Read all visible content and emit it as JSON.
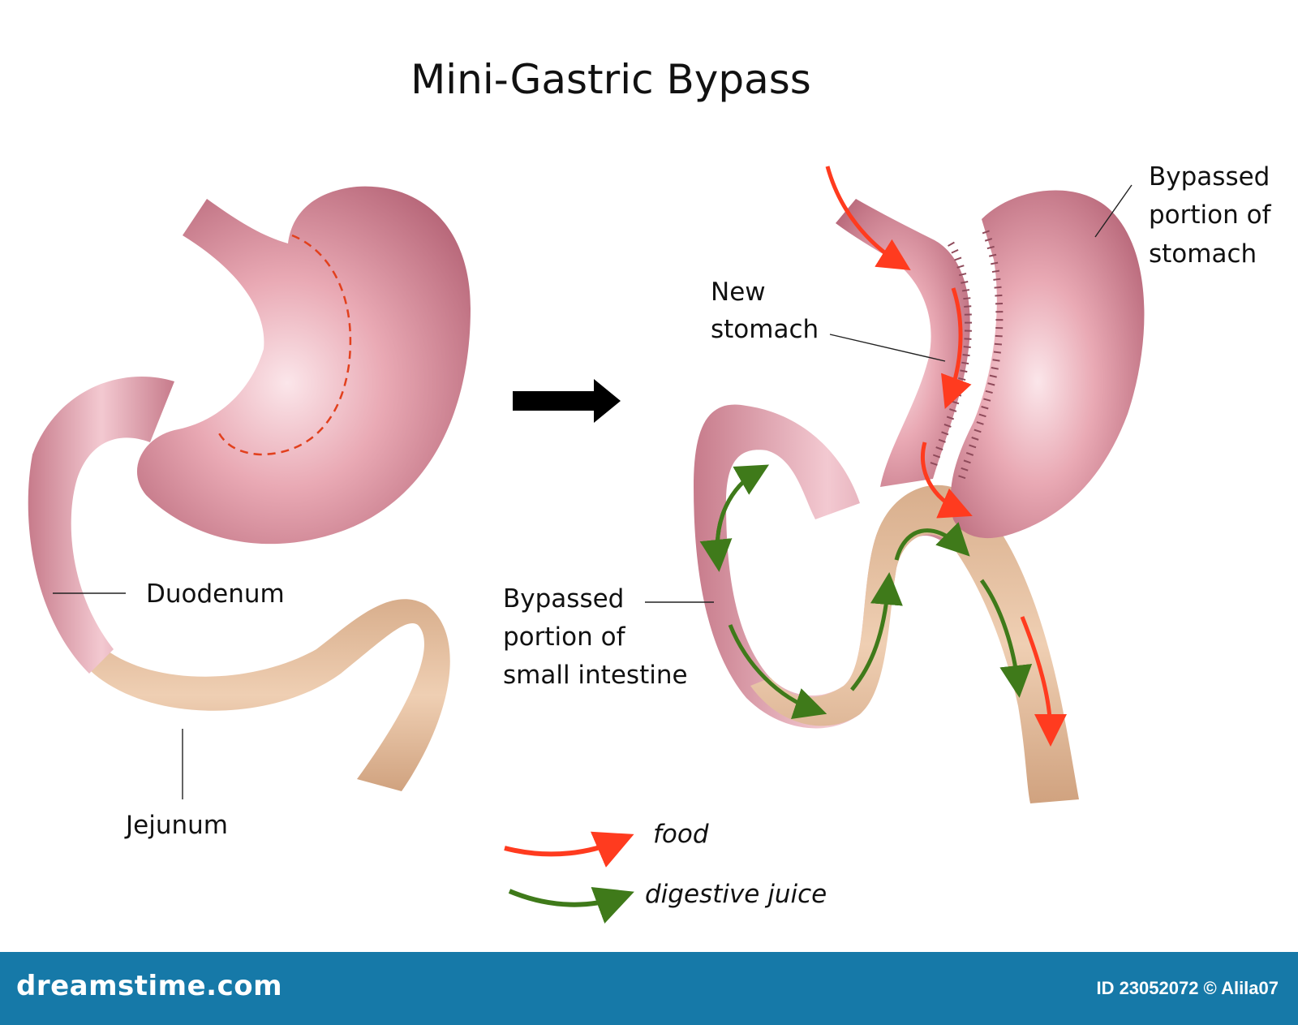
{
  "title": "Mini-Gastric Bypass",
  "labels": {
    "duodenum": "Duodenum",
    "jejunum": "Jejunum",
    "new_stomach_line1": "New",
    "new_stomach_line2": "stomach",
    "bypassed_stomach_line1": "Bypassed",
    "bypassed_stomach_line2": "portion of",
    "bypassed_stomach_line3": "stomach",
    "bypassed_intestine_line1": "Bypassed",
    "bypassed_intestine_line2": "portion of",
    "bypassed_intestine_line3": "small intestine"
  },
  "legend": {
    "food": "food",
    "digestive_juice": "digestive juice"
  },
  "footer": {
    "logo_text": "dreamstime.com",
    "id_text": "ID 23052072 © Alila07"
  },
  "colors": {
    "stomach": "#d98c9a",
    "intestine": "#e6c0a0",
    "food_arrow": "#ff3b1f",
    "juice_arrow": "#3f7a1a",
    "footer_bg": "#1679a8"
  }
}
